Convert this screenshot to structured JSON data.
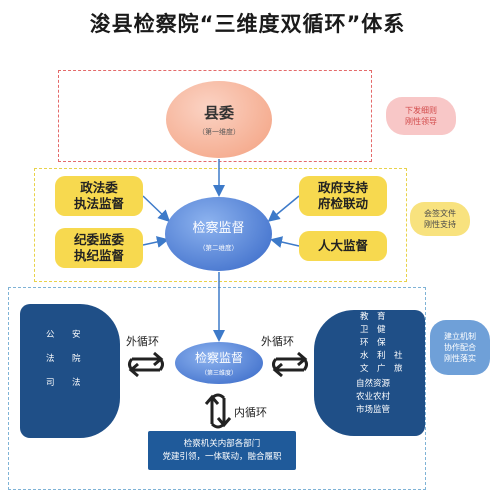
{
  "title": "浚县检察院“三维度双循环”体系",
  "county": {
    "name": "县委",
    "dimension": "（第一维度）"
  },
  "procuratorate2": {
    "name": "检察监督",
    "dimension": "（第二维度）"
  },
  "procuratorate3": {
    "name": "检察监督",
    "dimension": "（第三维度）"
  },
  "boxes": {
    "left_top": [
      "政法委",
      "执法监督"
    ],
    "left_bottom": [
      "纪委监委",
      "执纪监督"
    ],
    "right_top": [
      "政府支持",
      "府检联动"
    ],
    "right_bottom": "人大监督"
  },
  "clouds": {
    "top": [
      "下发细则",
      "刚性领导"
    ],
    "middle": [
      "会签文件",
      "刚性支持"
    ],
    "bottom": [
      "建立机制",
      "协作配合",
      "刚性落实"
    ]
  },
  "outer_cycle_label": "外循环",
  "inner_cycle_label": "内循环",
  "left_scroll": {
    "col1": [
      "公",
      "法",
      "司"
    ],
    "col2": [
      "安",
      "院",
      "法"
    ]
  },
  "right_scroll": {
    "col1": [
      "教",
      "卫",
      "环",
      "水",
      "文"
    ],
    "col2": [
      "育",
      "健",
      "保",
      "利",
      "广"
    ],
    "col3": [
      "",
      "",
      "",
      "社",
      "旅"
    ],
    "rows": [
      "自然资源",
      "农业农村",
      "市场监管"
    ]
  },
  "bottom_box": [
    "检察机关内部各部门",
    "党建引领，一体联动，融合履职"
  ],
  "colors": {
    "red_frame": "#e46a6a",
    "yellow_frame": "#e8d24a",
    "blue_frame": "#7fb3d6",
    "navy": "#1f4f87",
    "yellow": "#f7d94f",
    "blue": "#3566c6"
  }
}
